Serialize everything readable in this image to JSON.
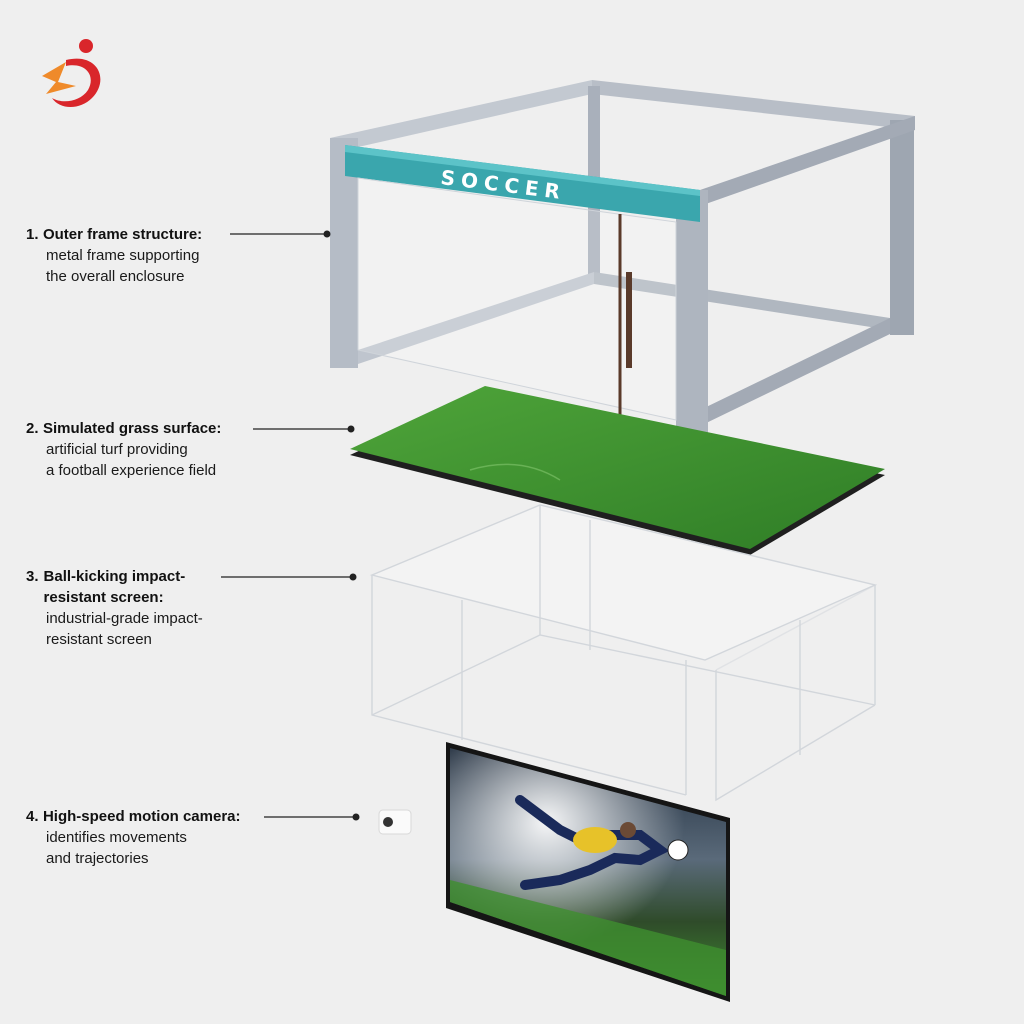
{
  "diagram": {
    "sign_text": "SOCCER",
    "components": [
      {
        "number": "1.",
        "title": "Outer frame structure:",
        "description": "metal frame supporting\nthe overall enclosure"
      },
      {
        "number": "2.",
        "title": "Simulated grass surface:",
        "description": "artificial turf providing\na football experience field"
      },
      {
        "number": "3.",
        "title": "Ball-kicking impact-\nresistant screen:",
        "description": "industrial-grade impact-\nresistant screen"
      },
      {
        "number": "4.",
        "title": "High-speed motion camera:",
        "description": "identifies movements\nand trajectories"
      }
    ]
  },
  "colors": {
    "background": "#efefef",
    "frame": "#a9b0bb",
    "sign_teal": "#3aa6ad",
    "turf": "#3f8f2f",
    "logo_red": "#d9262b",
    "logo_orange": "#ef8a2a"
  }
}
